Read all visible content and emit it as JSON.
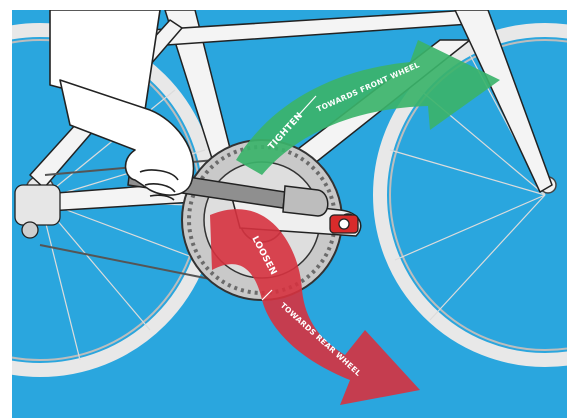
{
  "labels": {
    "tighten": "TIGHTEN",
    "front": "TOWARDS FRONT WHEEL",
    "loosen": "LOOSEN",
    "rear": "TOWARDS REAR WHEEL"
  },
  "colors": {
    "background": "#2aa6de",
    "frame": "#f4f4f4",
    "outline": "#222222",
    "tighten_arrow": "#3bb36a",
    "loosen_arrow": "#d6323f",
    "chainring": "#c9c9c9",
    "wrench": "#8f8f8f",
    "pedal_accent": "#d92b2b"
  },
  "icons": [
    "bicycle-frame",
    "rear-wheel",
    "front-wheel",
    "chainring",
    "crank-arm",
    "pedal",
    "pedal-wrench",
    "hand"
  ]
}
